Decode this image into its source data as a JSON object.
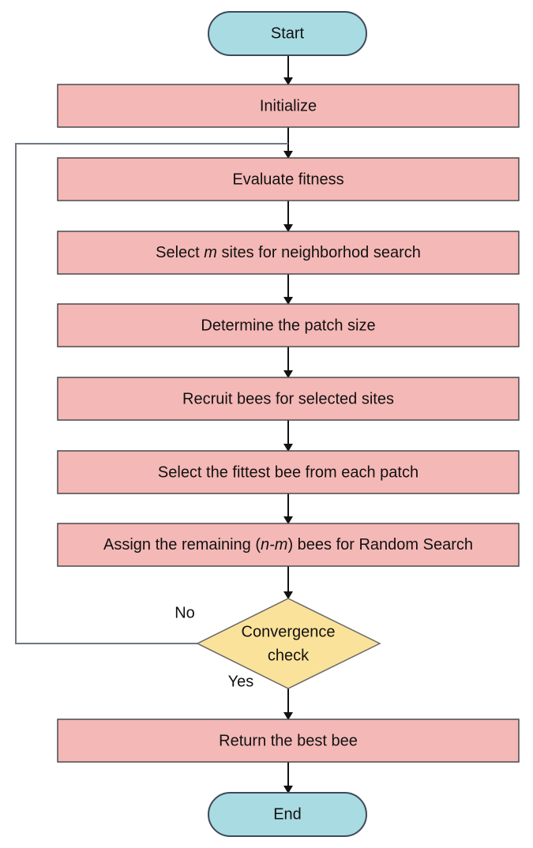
{
  "colors": {
    "terminal_fill": "#a9dbe3",
    "terminal_stroke": "#3f4a5a",
    "process_fill": "#f4b8b6",
    "process_stroke": "#4a4a4a",
    "decision_fill": "#fbe29a",
    "decision_stroke": "#6a6a6a",
    "line": "#111111",
    "loop_line": "#6f7780"
  },
  "nodes": {
    "start": "Start",
    "initialize": "Initialize",
    "evaluate": "Evaluate fitness",
    "select_sites": {
      "prefix": "Select ",
      "var": "m",
      "suffix": " sites for neighborhod search"
    },
    "patch_size": "Determine the patch size",
    "recruit": "Recruit bees for selected sites",
    "fittest": "Select the fittest bee from each patch",
    "assign": {
      "prefix": "Assign the remaining (",
      "var": "n-m",
      "suffix": ") bees for Random Search"
    },
    "convergence": {
      "line1": "Convergence",
      "line2": "check"
    },
    "return_best": "Return the best bee",
    "end": "End"
  },
  "edge_labels": {
    "no": "No",
    "yes": "Yes"
  }
}
